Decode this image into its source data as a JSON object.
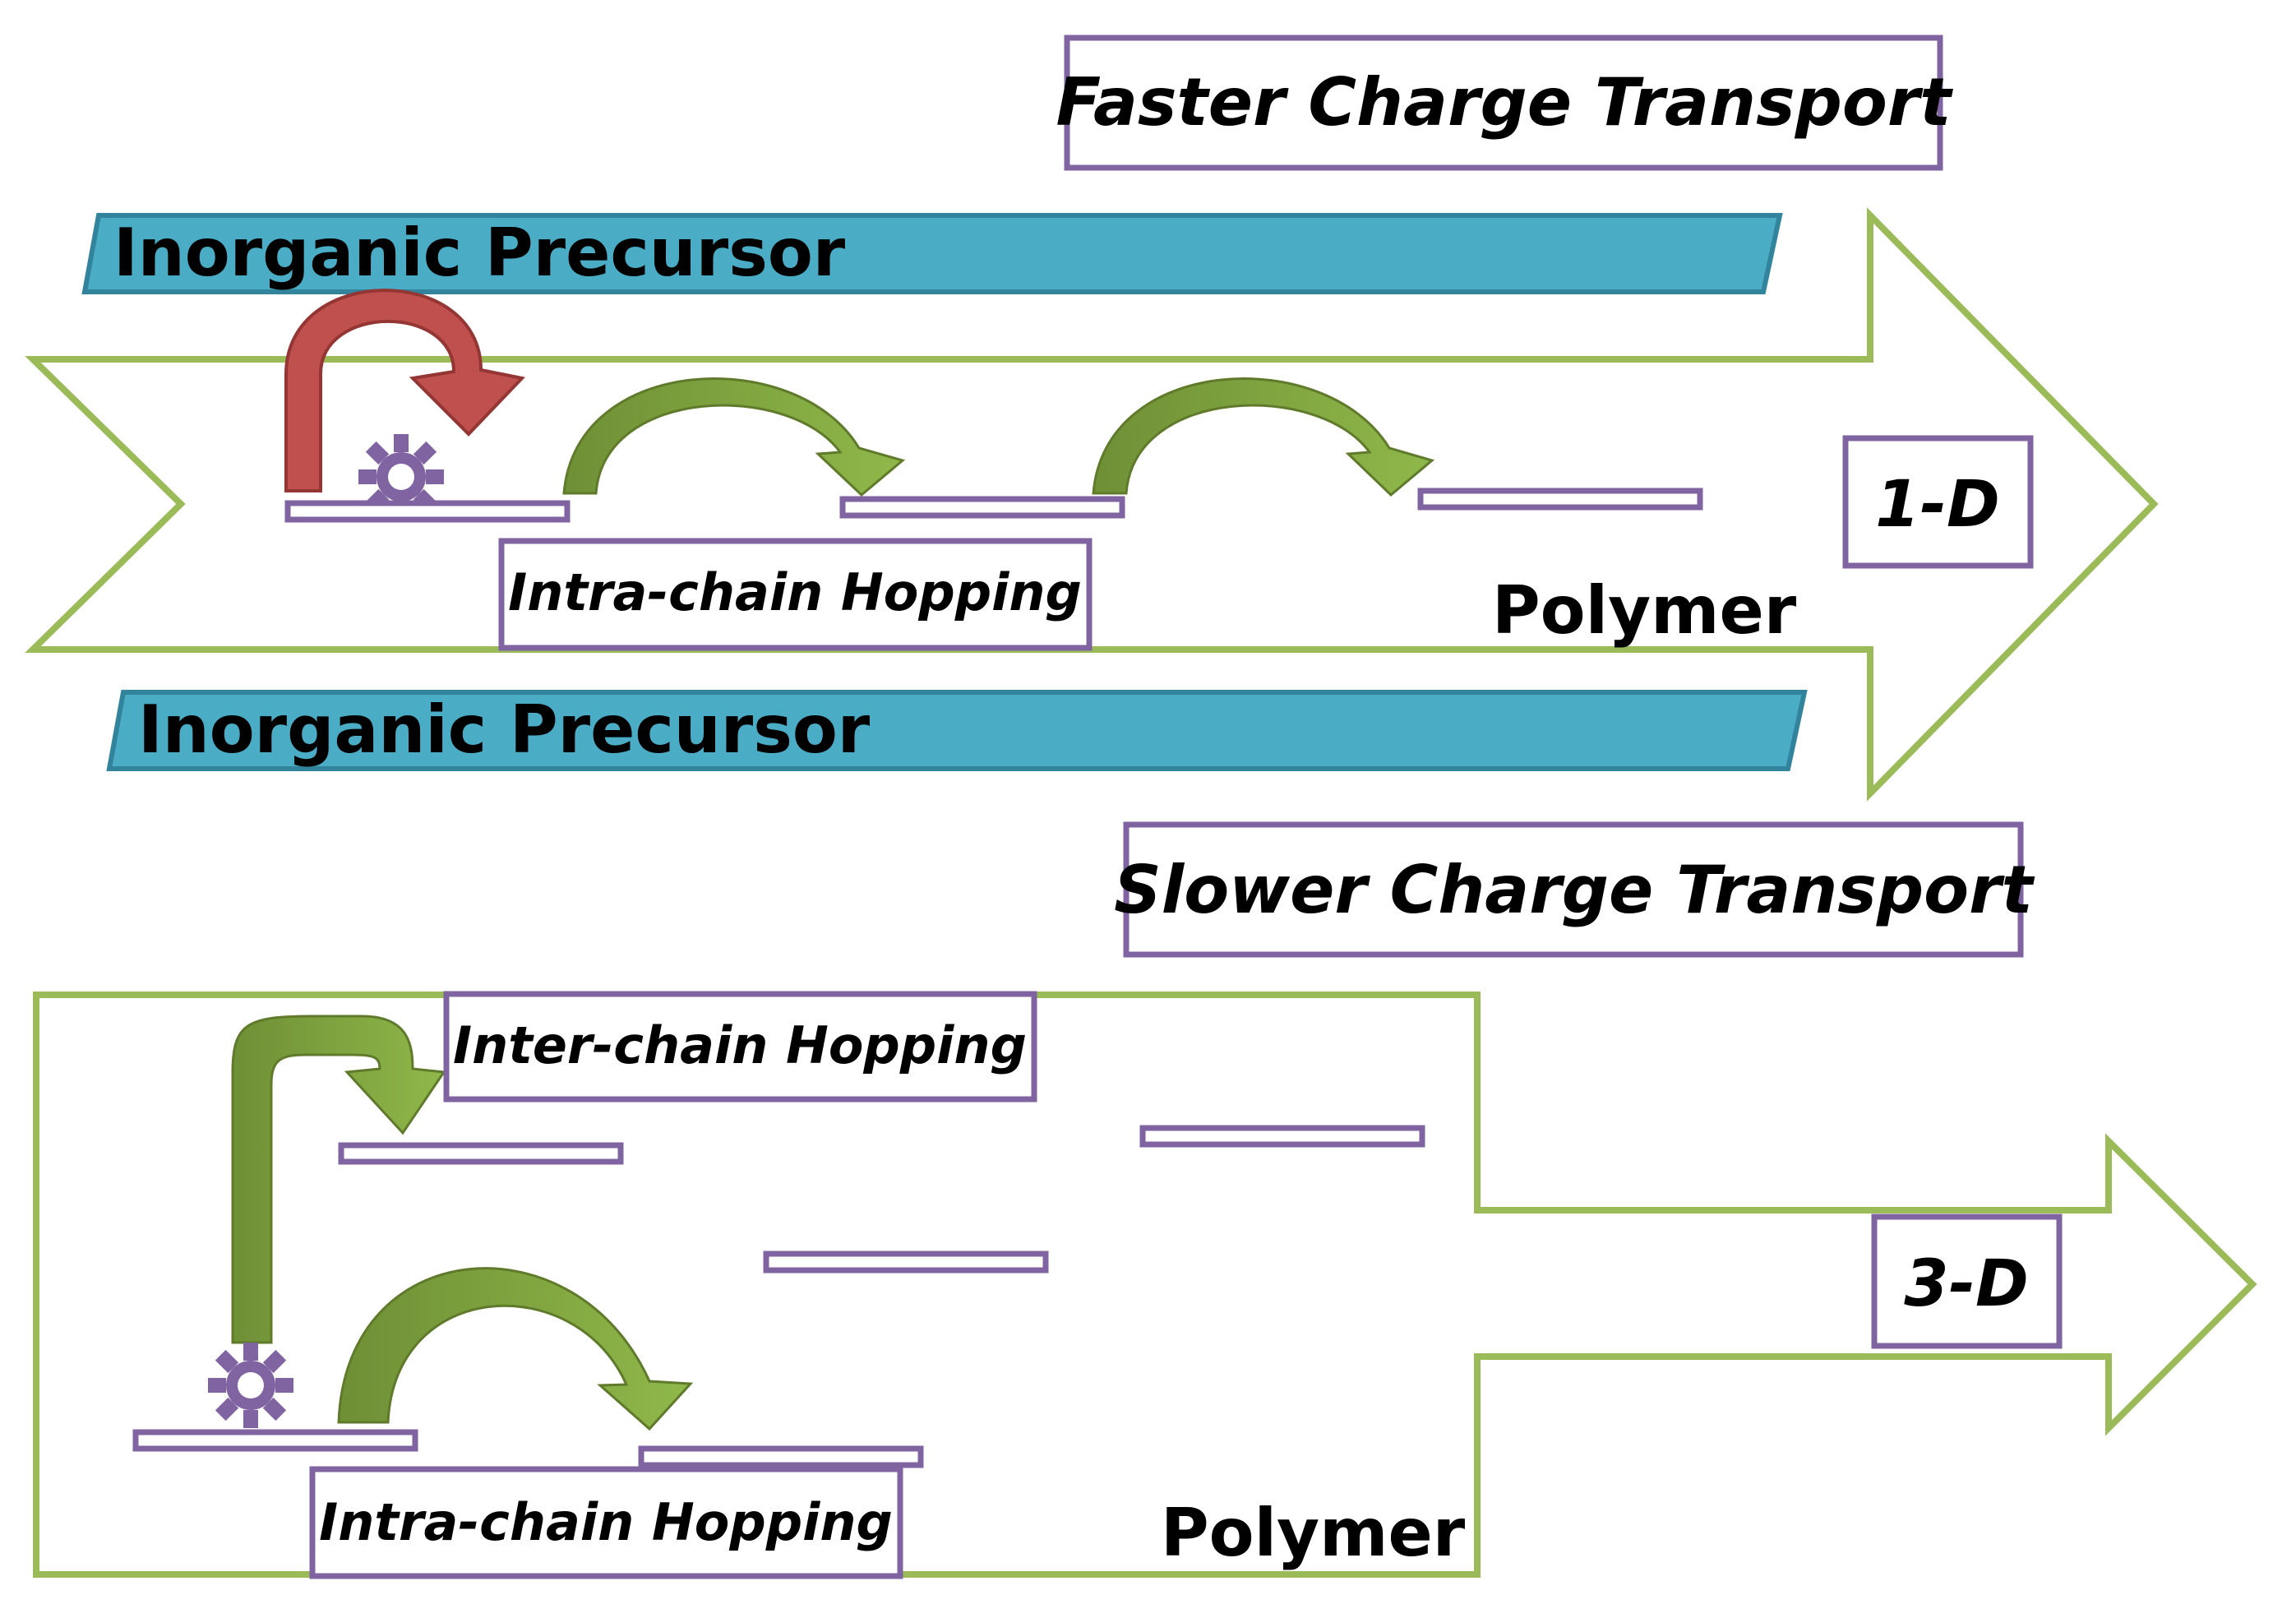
{
  "colors": {
    "arrow_outline": "#9BBB59",
    "label_border": "#8064A2",
    "precursor_fill": "#4BACC6",
    "precursor_stroke": "#31849B",
    "red_arrow": "#C0504D",
    "green_arrow": "#77933C"
  },
  "top_panel": {
    "title": "Faster Charge Transport",
    "dimension": "1-D",
    "precursor_top": "Inorganic Precursor",
    "precursor_bottom": "Inorganic Precursor",
    "hopping_label": "Intra-chain Hopping",
    "polymer_label": "Polymer"
  },
  "bottom_panel": {
    "title": "Slower Charge Transport",
    "dimension": "3-D",
    "inter_label": "Inter-chain Hopping",
    "intra_label": "Intra-chain Hopping",
    "polymer_label": "Polymer"
  }
}
